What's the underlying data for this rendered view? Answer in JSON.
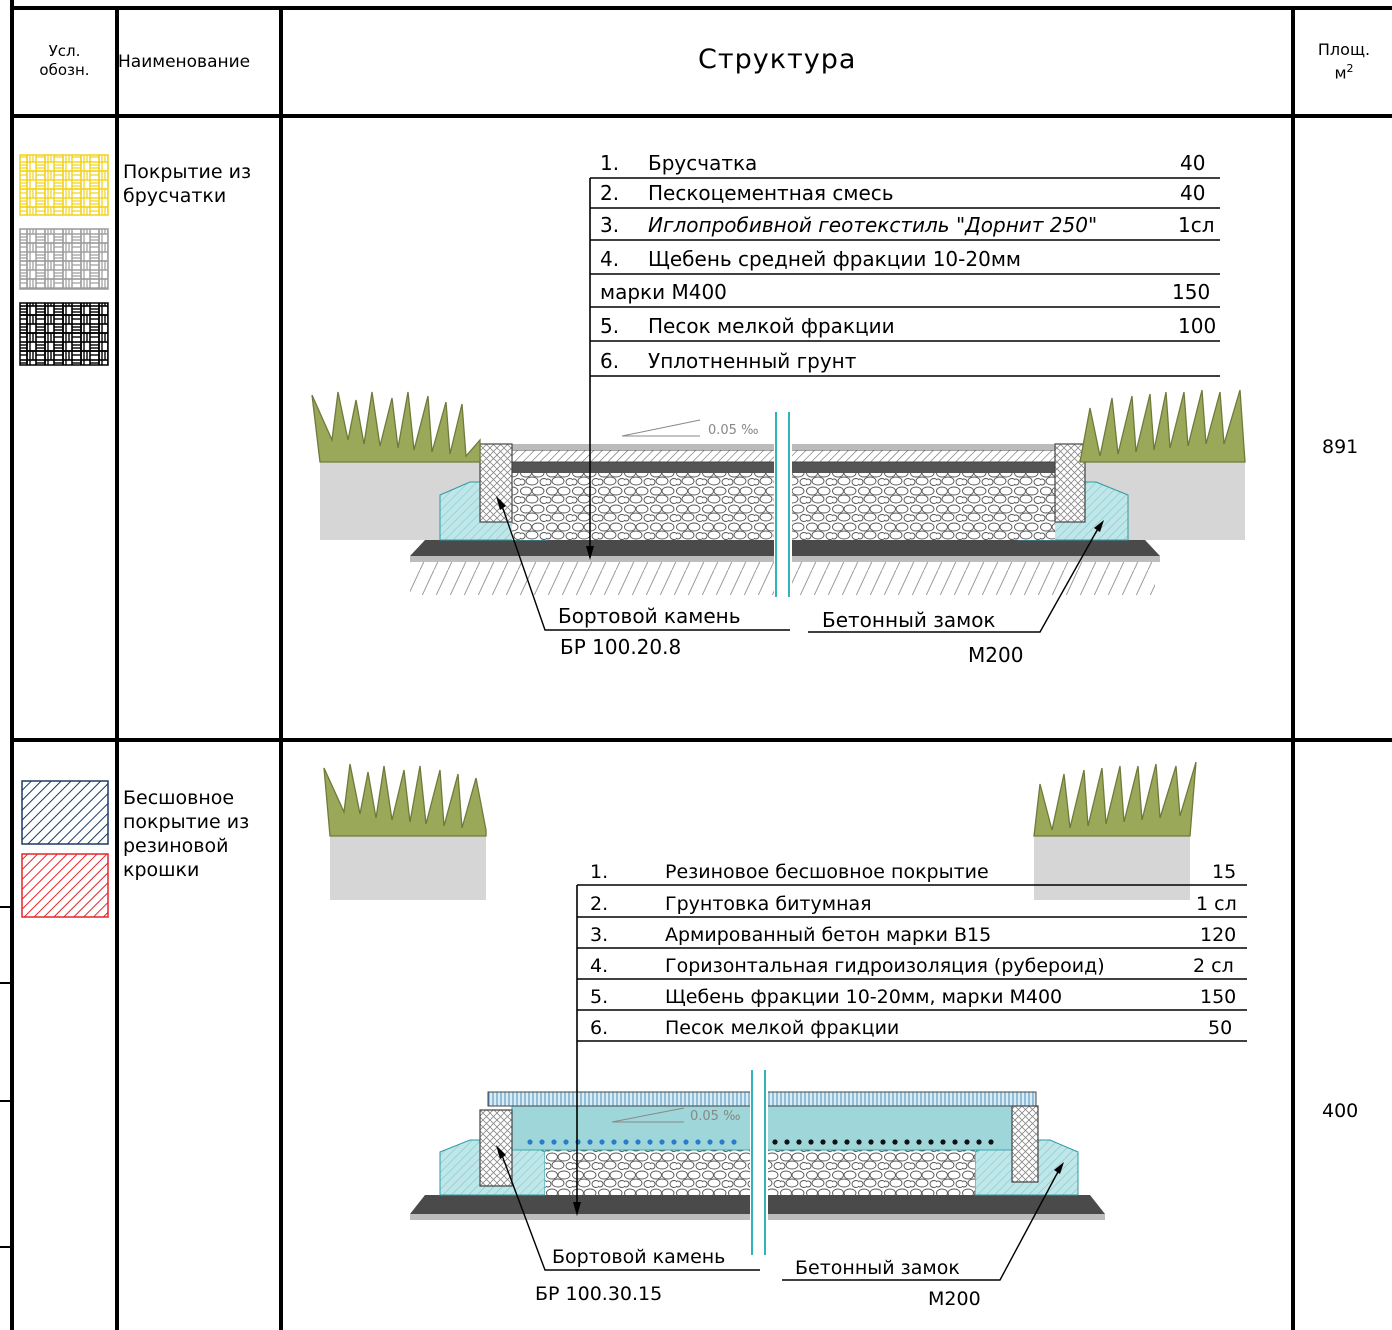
{
  "header": {
    "symbol_line1": "Усл.",
    "symbol_line2": "обозн.",
    "name": "Наименование",
    "structure": "Структура",
    "area_line1": "Площ.",
    "area_unit": "м",
    "area_sup": "2"
  },
  "rows": [
    {
      "name": [
        "Покрытие из",
        "брусчатки"
      ],
      "area": "891",
      "layers": [
        {
          "num": "1.",
          "text": "Брусчатка",
          "value": "40"
        },
        {
          "num": "2.",
          "text": "Пескоцементная смесь",
          "value": "40"
        },
        {
          "num": "3.",
          "text": "Иглопробивной геотекстиль \"Дорнит 250\"",
          "value": "1сл"
        },
        {
          "num": "4.",
          "text": "Щебень средней фракции 10-20мм",
          "value": ""
        },
        {
          "num": "",
          "text": "марки М400",
          "value": "150"
        },
        {
          "num": "5.",
          "text": "Песок мелкой фракции",
          "value": "100"
        },
        {
          "num": "6.",
          "text": "Уплотненный грунт",
          "value": ""
        }
      ],
      "slope": "0.05 ‰",
      "curb_label": "Бортовой камень",
      "curb_code": "БР 100.20.8",
      "lock_label": "Бетонный замок",
      "lock_grade": "М200"
    },
    {
      "name": [
        "Бесшовное",
        "покрытие из",
        "резиновой",
        "крошки"
      ],
      "area": "400",
      "layers": [
        {
          "num": "1.",
          "text": "Резиновое бесшовное покрытие",
          "value": "15"
        },
        {
          "num": "2.",
          "text": "Грунтовка битумная",
          "value": "1 сл"
        },
        {
          "num": "3.",
          "text": "Армированный бетон марки В15",
          "value": "120"
        },
        {
          "num": "4.",
          "text": "Горизонтальная гидроизоляция (рубероид)",
          "value": "2 сл"
        },
        {
          "num": "5.",
          "text": "Щебень фракции 10-20мм, марки М400",
          "value": "150"
        },
        {
          "num": "6.",
          "text": "Песок мелкой фракции",
          "value": "50"
        }
      ],
      "slope": "0.05 ‰",
      "curb_label": "Бортовой камень",
      "curb_code": "БР 100.30.15",
      "lock_label": "Бетонный замок",
      "lock_grade": "М200"
    }
  ],
  "colors": {
    "paver_yellow": "#f2d21b",
    "paver_gray": "#9b9b9b",
    "paver_black": "#000000",
    "rubber_blue": "#1c3a66",
    "rubber_red": "#e3262b",
    "concrete_cyan": "#bfe6e8",
    "grass_green": "#9aa85a",
    "soil_gray": "#d6d6d6",
    "asphalt": "#4a4a4a"
  }
}
